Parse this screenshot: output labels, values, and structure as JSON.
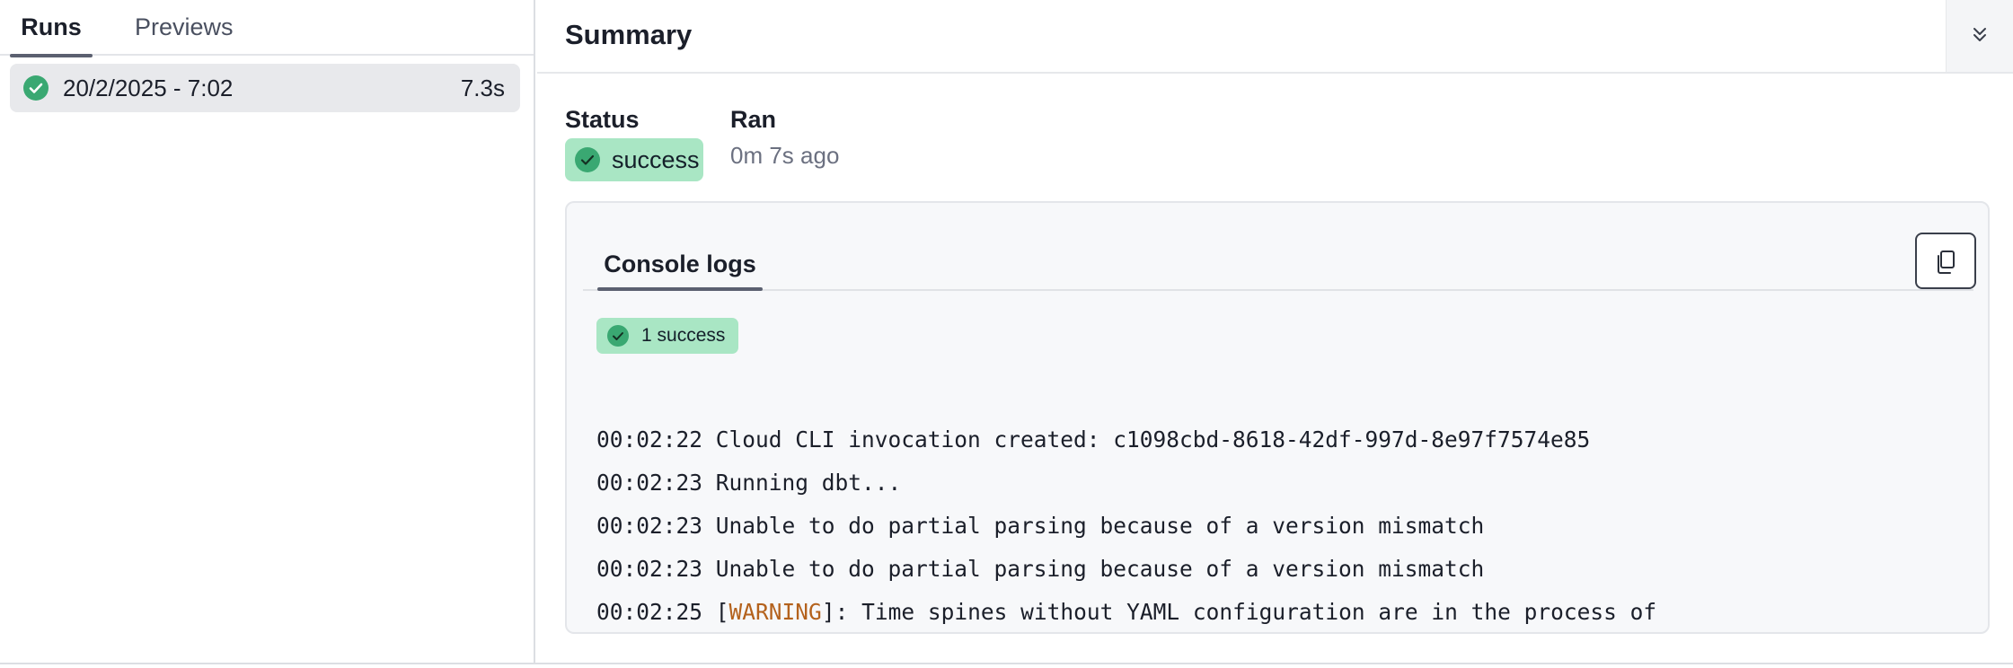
{
  "left_panel": {
    "tabs": [
      {
        "label": "Runs",
        "active": true
      },
      {
        "label": "Previews",
        "active": false
      }
    ],
    "runs": [
      {
        "date": "20/2/2025 - 7:02",
        "duration": "7.3s",
        "status": "success",
        "selected": true
      }
    ]
  },
  "summary": {
    "title": "Summary",
    "status_label": "Status",
    "status_value": "success",
    "ran_label": "Ran",
    "ran_value": "0m 7s ago"
  },
  "console": {
    "tab_label": "Console logs",
    "count_badge": "1 success",
    "lines": [
      {
        "time": "00:02:22",
        "pre": "Cloud CLI invocation created: c1098cbd-8618-42df-997d-8e97f7574e85"
      },
      {
        "time": "00:02:23",
        "pre": "Running dbt..."
      },
      {
        "time": "00:02:23",
        "pre": "Unable to do partial parsing because of a version mismatch"
      },
      {
        "time": "00:02:23",
        "pre": "Unable to do partial parsing because of a version mismatch"
      },
      {
        "time": "00:02:25",
        "pre": "[",
        "warn": "WARNING",
        "post": "]: Time spines without YAML configuration are in the process of"
      }
    ]
  },
  "icons": {
    "success": "check-circle-icon",
    "collapse": "chevrons-down-icon",
    "copy": "copy-icon"
  },
  "colors": {
    "success_badge": "#a9e6c4",
    "success_icon": "#3aa872",
    "warning_text": "#b4621d",
    "selected_row": "#e8e9ec"
  }
}
